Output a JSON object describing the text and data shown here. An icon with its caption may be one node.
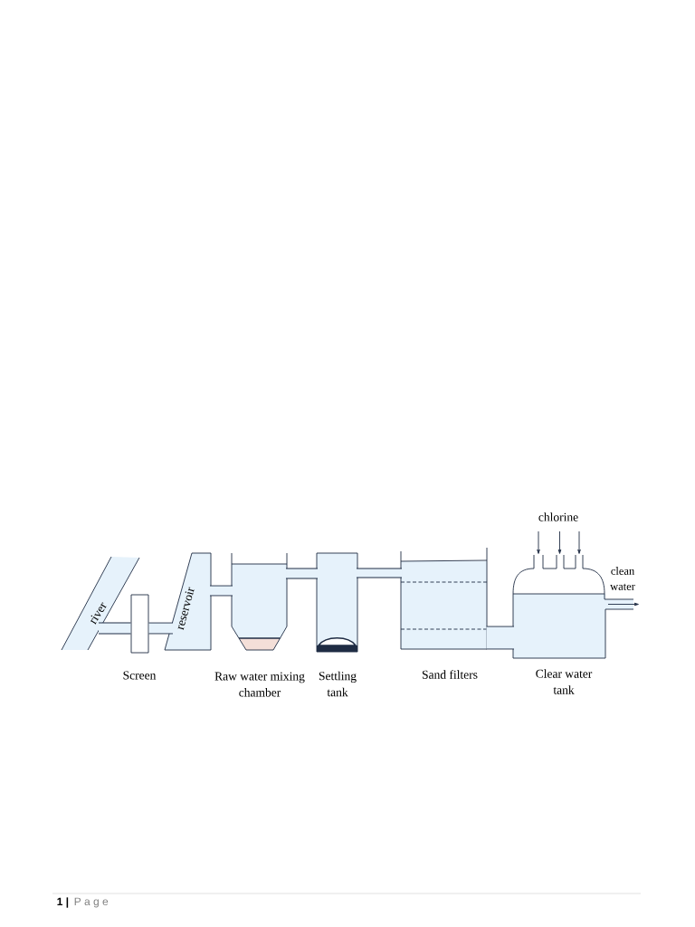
{
  "diagram": {
    "nodes": [
      {
        "text": [
          "river"
        ]
      },
      {
        "text": [],
        "shape": "box",
        "beside": [
          "Screen"
        ]
      },
      {
        "text": [
          "reservoir"
        ]
      },
      {
        "text": [],
        "shape": "tank",
        "beside": [
          "Raw water mixing chamber"
        ]
      },
      {
        "text": [],
        "shape": "tank",
        "beside": [
          "Settling tank"
        ]
      },
      {
        "text": [],
        "shape": "tank",
        "beside": [
          "Sand filters"
        ]
      },
      {
        "text": [
          "chlorine"
        ]
      },
      {
        "text": [],
        "shape": "tank",
        "beside": [
          "Clear water tank"
        ]
      }
    ],
    "edges": [
      {
        "from": 0,
        "to": 1,
        "arrow": "none"
      },
      {
        "from": 1,
        "to": 2,
        "arrow": "none"
      },
      {
        "from": 2,
        "to": 3,
        "arrow": "none"
      },
      {
        "from": 3,
        "to": 4,
        "arrow": "none"
      },
      {
        "from": 4,
        "to": 5,
        "arrow": "none"
      },
      {
        "from": 5,
        "to": 7,
        "arrow": "none",
        "style": "thick"
      },
      {
        "from": 6,
        "to": 7,
        "arrow": "to"
      },
      {
        "from": 6,
        "to": 7,
        "arrow": "to"
      },
      {
        "from": 6,
        "to": 7,
        "arrow": "to"
      },
      {
        "from": 7,
        "to": null,
        "arrow": "to",
        "label": "clean water"
      }
    ],
    "labels": [
      "1 |",
      "P a g e"
    ]
  }
}
